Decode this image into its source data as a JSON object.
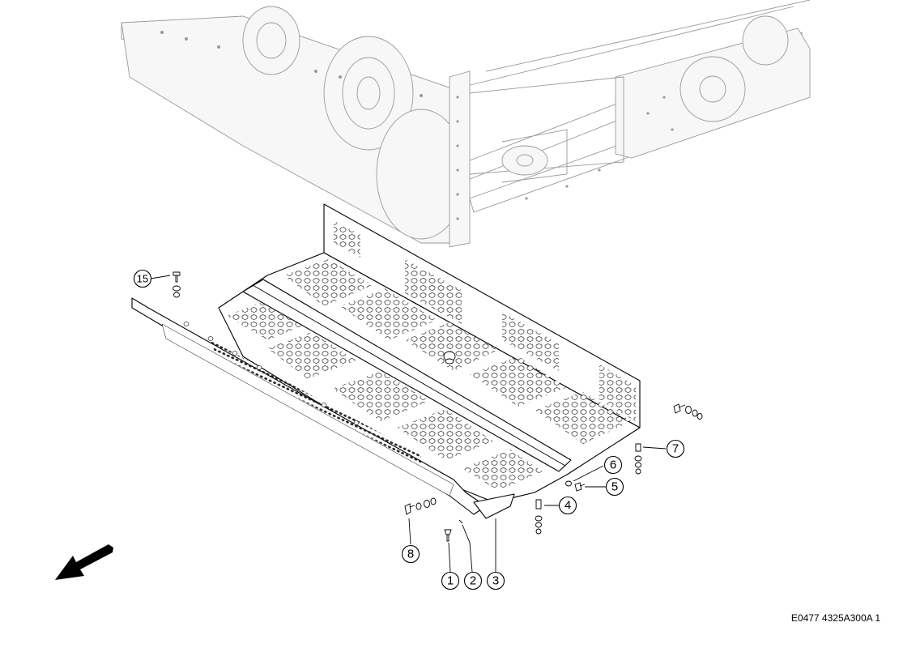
{
  "drawing_code": "E0477 4325A300A 1",
  "callouts": [
    {
      "id": "c1",
      "label": "1"
    },
    {
      "id": "c2",
      "label": "2"
    },
    {
      "id": "c3",
      "label": "3"
    },
    {
      "id": "c4",
      "label": "4"
    },
    {
      "id": "c5",
      "label": "5"
    },
    {
      "id": "c6",
      "label": "6"
    },
    {
      "id": "c7",
      "label": "7"
    },
    {
      "id": "c8",
      "label": "8"
    },
    {
      "id": "c15",
      "label": "15"
    }
  ],
  "icons": {
    "direction": "travel-direction-arrow-icon"
  }
}
